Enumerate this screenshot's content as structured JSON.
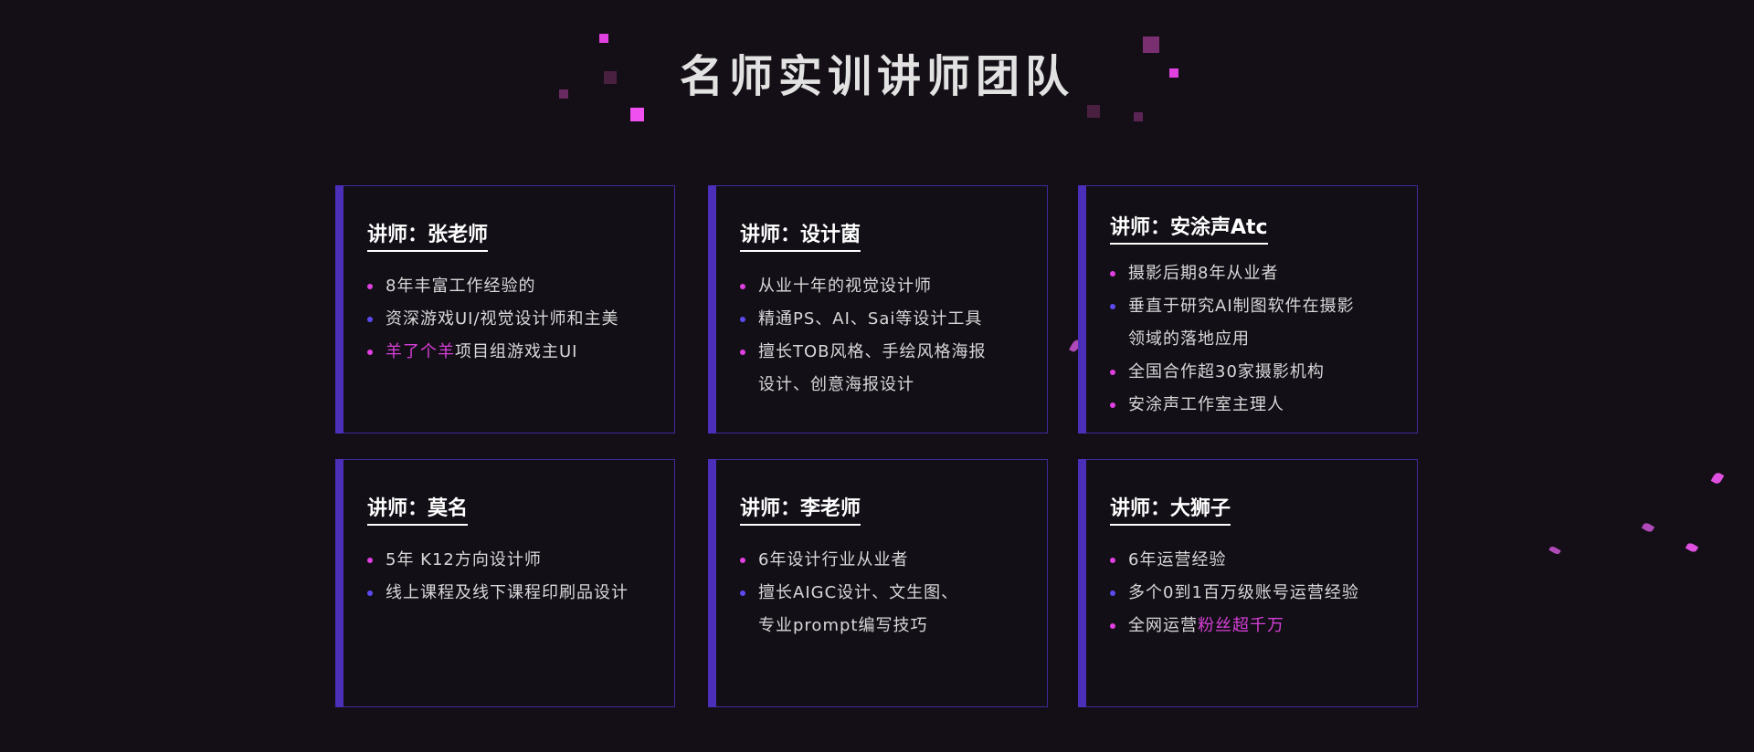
{
  "title": "名师实训讲师团队",
  "colors": {
    "pink": "#e040e0",
    "blue": "#5a4af0",
    "highlight": "#d63fd6"
  },
  "cards": [
    {
      "name": "讲师：张老师",
      "items": [
        {
          "text": "8年丰富工作经验的",
          "dot": "pink"
        },
        {
          "text": "资深游戏UI/视觉设计师和主美",
          "dot": "blue"
        },
        {
          "hl": "羊了个羊",
          "text": "项目组游戏主UI",
          "dot": "pink"
        }
      ]
    },
    {
      "name": "讲师：设计菌",
      "items": [
        {
          "text": "从业十年的视觉设计师",
          "dot": "pink"
        },
        {
          "text": "精通PS、AI、Sai等设计工具",
          "dot": "blue"
        },
        {
          "text": "擅长TOB风格、手绘风格海报",
          "dot": "pink"
        },
        {
          "text": "设计、创意海报设计",
          "dot": "none"
        }
      ]
    },
    {
      "name": "讲师：安涂声Atc",
      "items": [
        {
          "text": "摄影后期8年从业者",
          "dot": "pink"
        },
        {
          "text": "垂直于研究AI制图软件在摄影",
          "dot": "blue"
        },
        {
          "text": "领域的落地应用",
          "dot": "none"
        },
        {
          "text": "全国合作超30家摄影机构",
          "dot": "pink"
        },
        {
          "text": "安涂声工作室主理人",
          "dot": "pink"
        }
      ]
    },
    {
      "name": "讲师：莫名",
      "items": [
        {
          "text": "5年 K12方向设计师",
          "dot": "pink"
        },
        {
          "text": "线上课程及线下课程印刷品设计",
          "dot": "blue"
        }
      ]
    },
    {
      "name": "讲师：李老师",
      "items": [
        {
          "text": "6年设计行业从业者",
          "dot": "pink"
        },
        {
          "text": "擅长AIGC设计、文生图、",
          "dot": "blue"
        },
        {
          "text": "专业prompt编写技巧",
          "dot": "none"
        }
      ]
    },
    {
      "name": "讲师：大狮子",
      "items": [
        {
          "text": "6年运营经验",
          "dot": "pink"
        },
        {
          "text": "多个0到1百万级账号运营经验",
          "dot": "blue"
        },
        {
          "text": "全网运营",
          "hl2": "粉丝超千万",
          "dot": "pink"
        }
      ]
    }
  ]
}
